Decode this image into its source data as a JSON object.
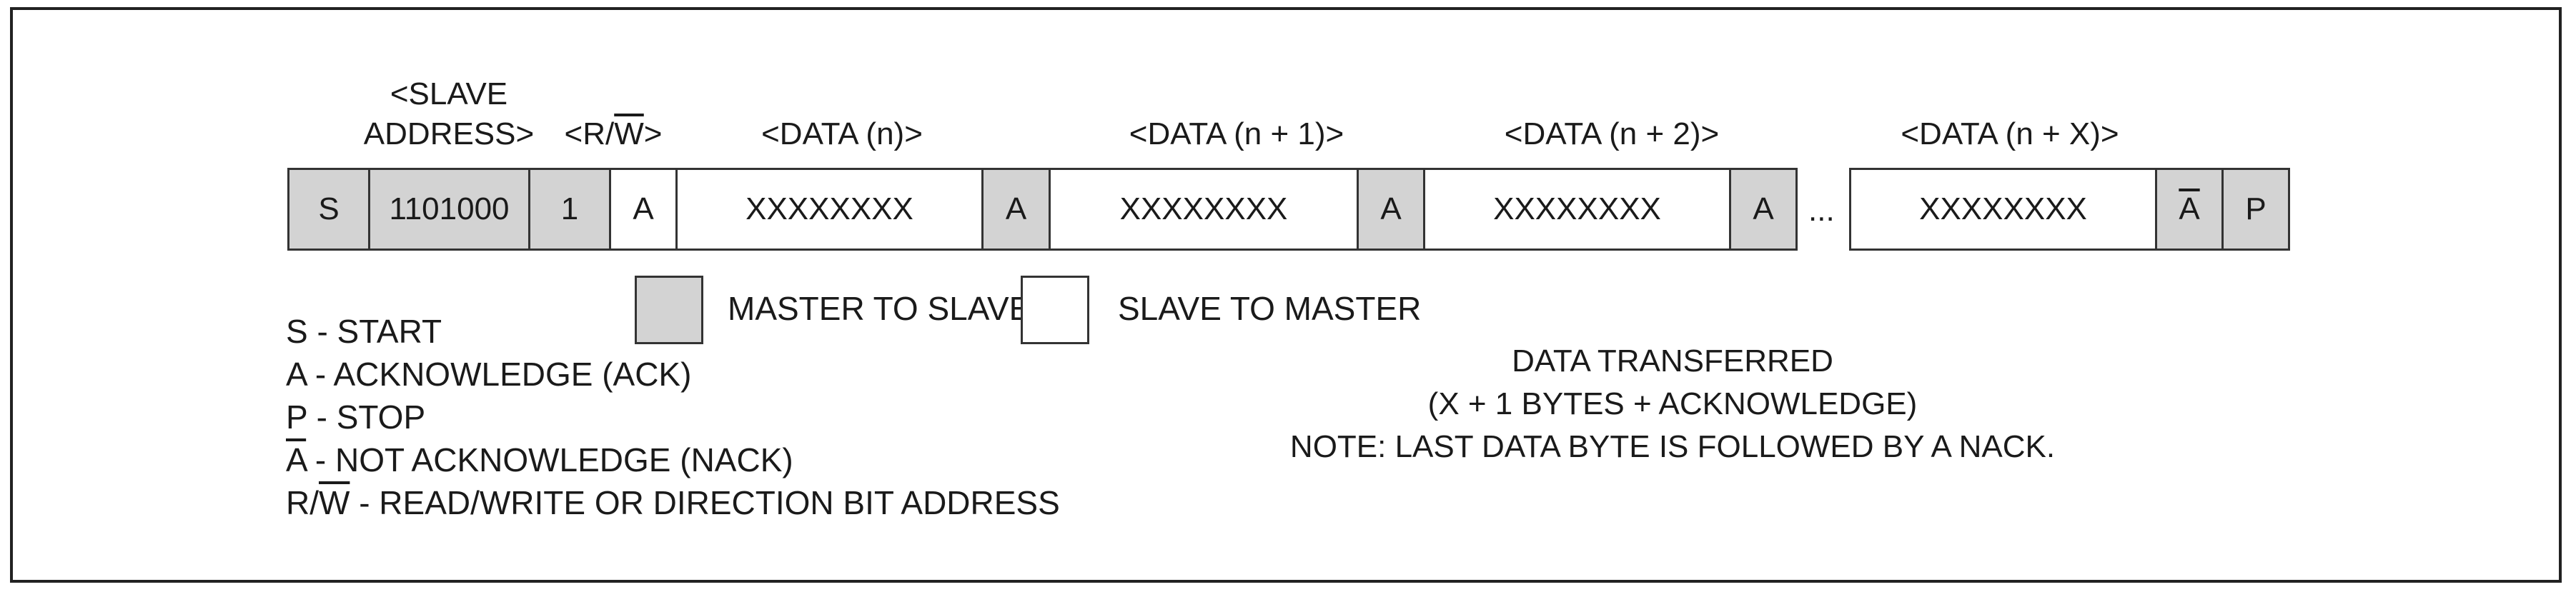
{
  "headers": {
    "slave_address_line1": "<SLAVE",
    "slave_address_line2": "ADDRESS>",
    "rw": "<R/W>",
    "data_n": "<DATA (n)>",
    "data_n1": "<DATA (n + 1)>",
    "data_n2": "<DATA (n + 2)>",
    "data_nx": "<DATA (n + X)>"
  },
  "frame_cells": {
    "start": "S",
    "address": "1101000",
    "rw_bit": "1",
    "ack1": "A",
    "data1": "XXXXXXXX",
    "ack2": "A",
    "data2": "XXXXXXXX",
    "ack3": "A",
    "data3": "XXXXXXXX",
    "ack4": "A",
    "ellipsis": "...",
    "data4": "XXXXXXXX",
    "nack": "A",
    "stop": "P"
  },
  "legend": {
    "master_to_slave": "MASTER TO SLAVE",
    "slave_to_master": "SLAVE TO MASTER",
    "colors": {
      "master": "#d3d3d3",
      "slave": "#ffffff"
    }
  },
  "key": {
    "start": "S - START",
    "ack": "A - ACKNOWLEDGE (ACK)",
    "stop": "P - STOP",
    "nack_symbol": "A",
    "nack_rest": " - NOT ACKNOWLEDGE (NACK)",
    "rw_prefix": "R/",
    "rw_w": "W",
    "rw_rest": " - READ/WRITE OR DIRECTION BIT ADDRESS"
  },
  "note": {
    "line1": "DATA TRANSFERRED",
    "line2": "(X + 1 BYTES + ACKNOWLEDGE)",
    "line3": "NOTE: LAST DATA BYTE IS FOLLOWED BY A NACK."
  }
}
